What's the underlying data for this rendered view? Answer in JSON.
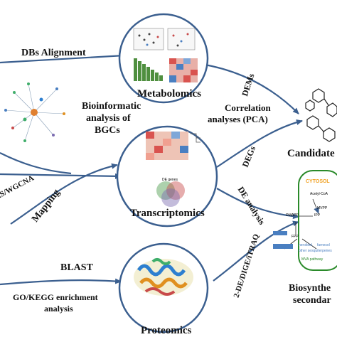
{
  "colors": {
    "arrow": "#3b5f8f",
    "circle_stroke": "#3b5f8f",
    "venn_a": "#4a9a4a",
    "venn_b": "#c84a4a",
    "venn_c": "#7a6ab0",
    "heat_hot": "#d9534f",
    "heat_cold": "#4a7fc1",
    "metab_bar": "#4f8f3f",
    "protein_helix": "#2d7fd0",
    "protein_sheet": "#e09020",
    "cytosol_text": "#f0a020",
    "mva_text": "#2a8a2a"
  },
  "labels": {
    "dbs_alignment": "DBs Alignment",
    "bioinformatic": [
      "Bioinformatic",
      "analysis of",
      "BGCs"
    ],
    "wgcna": "AS/WGCNA",
    "mapping": "Mapping",
    "blast": "BLAST",
    "go_kegg": [
      "GO/KEGG enrichment",
      "analysis"
    ],
    "metabolomics": "Metabolomics",
    "transcriptomics": "Transcriptomics",
    "proteomics": "Proteomics",
    "dems": "DEMs",
    "correlation": [
      "Correlation",
      "analyses (PCA)"
    ],
    "degs": "DEGs",
    "de_analysis": "DE analysis",
    "proteomic_methods": "2-DE/DIGE/iTRAQ",
    "candidate": "Candidate",
    "biosynthesis": [
      "Biosynthe",
      "secondar"
    ],
    "de_genes": "DE genes"
  },
  "pathway": {
    "cytosol": "CYTOSOL",
    "acetyl_coa": "Acetyl-CoA",
    "mvpp": "MVPP",
    "dmapp": "DMAPP",
    "ipp": "IPP",
    "fpp": "FPP",
    "nerolidol": "nerolidol",
    "farnesol": "farnesol",
    "other_sesq": "other sesquiterpenes",
    "mva_pathway": "MVA pathway"
  }
}
